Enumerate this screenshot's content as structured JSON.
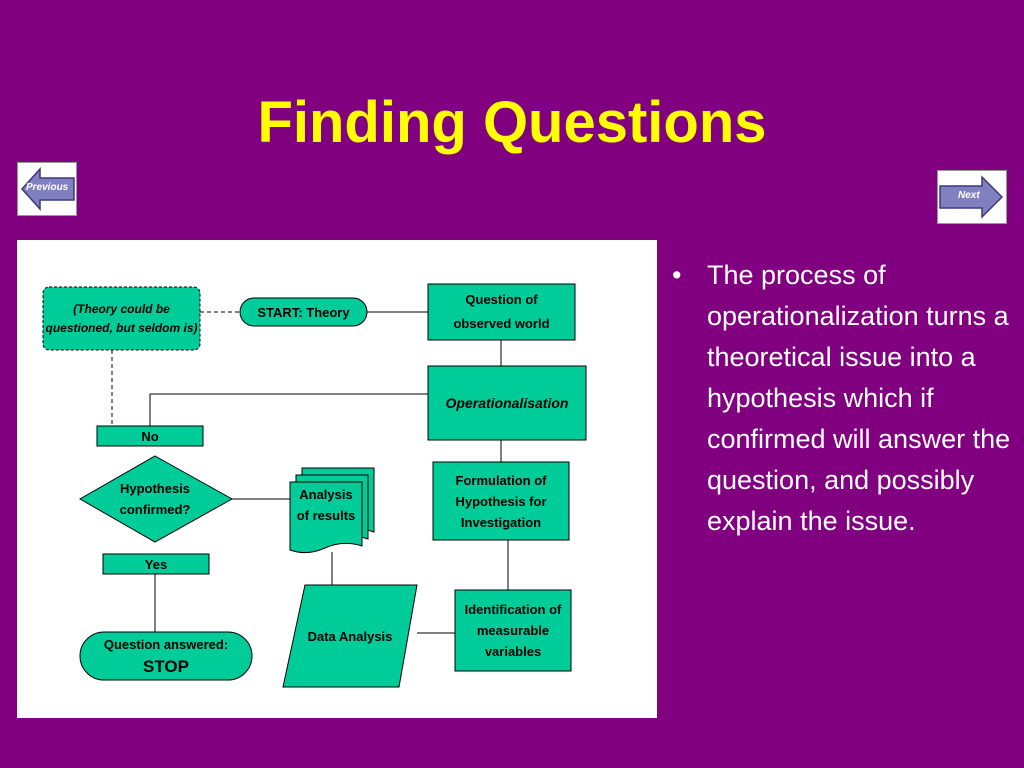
{
  "slide": {
    "title": "Finding Questions",
    "nav": {
      "previous_label": "Previous",
      "next_label": "Next"
    },
    "bullet": {
      "marker": "•",
      "text": "The process of operationalization turns a theoretical issue into a hypothesis which if confirmed will answer the question, and possibly explain the issue."
    }
  },
  "diagram": {
    "theory_note": "(Theory could be questioned, but seldom is)",
    "start": "START: Theory",
    "question": "Question of observed world",
    "operationalisation": "Operationalisation",
    "formulation": "Formulation of Hypothesis for Investigation",
    "identification": "Identification of measurable variables",
    "data_analysis": "Data Analysis",
    "analysis_results": "Analysis of results",
    "hypothesis": "Hypothesis confirmed?",
    "no": "No",
    "yes": "Yes",
    "answered": "Question answered:",
    "stop": "STOP"
  },
  "colors": {
    "background": "#800080",
    "title": "#FFFF00",
    "node_fill": "#00CC99",
    "arrow_fill": "#8080C0"
  }
}
